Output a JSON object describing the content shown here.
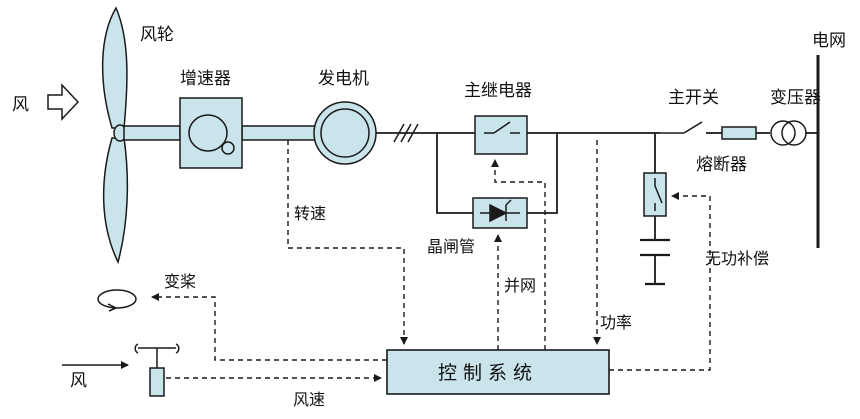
{
  "labels": {
    "wind_rotor": "风轮",
    "gearbox": "增速器",
    "generator": "发电机",
    "main_relay": "主继电器",
    "main_switch": "主开关",
    "transformer": "变压器",
    "grid": "电网",
    "wind_input": "风",
    "fuse": "熔断器",
    "speed": "转速",
    "thyristor": "晶闸管",
    "reactive_compensation": "无功补偿",
    "pitch": "变桨",
    "grid_connect": "并网",
    "power": "功率",
    "wind_sensor_label": "风",
    "wind_speed": "风速",
    "control_system": "控制系统"
  },
  "colors": {
    "component_fill": "#c9e4ea",
    "line": "#1a1a1a",
    "blade_fill": "#c9e4ea"
  }
}
